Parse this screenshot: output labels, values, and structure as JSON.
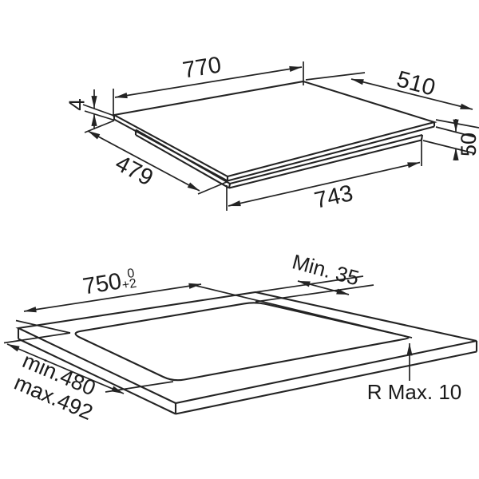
{
  "colors": {
    "background": "#ffffff",
    "ink": "#232323"
  },
  "product_view": {
    "width_mm": "770",
    "depth_mm": "510",
    "glass_thickness_mm": "4",
    "base_depth_mm": "479",
    "base_height_mm": "50",
    "base_width_mm": "743"
  },
  "cutout_view": {
    "cutout_width_mm": "750",
    "cutout_width_tol_upper": "0",
    "cutout_width_tol_lower": "+2",
    "rear_clearance": "Min. 35",
    "depth_min": "min.480",
    "depth_max": "max.492",
    "corner_radius": "R Max. 10"
  }
}
